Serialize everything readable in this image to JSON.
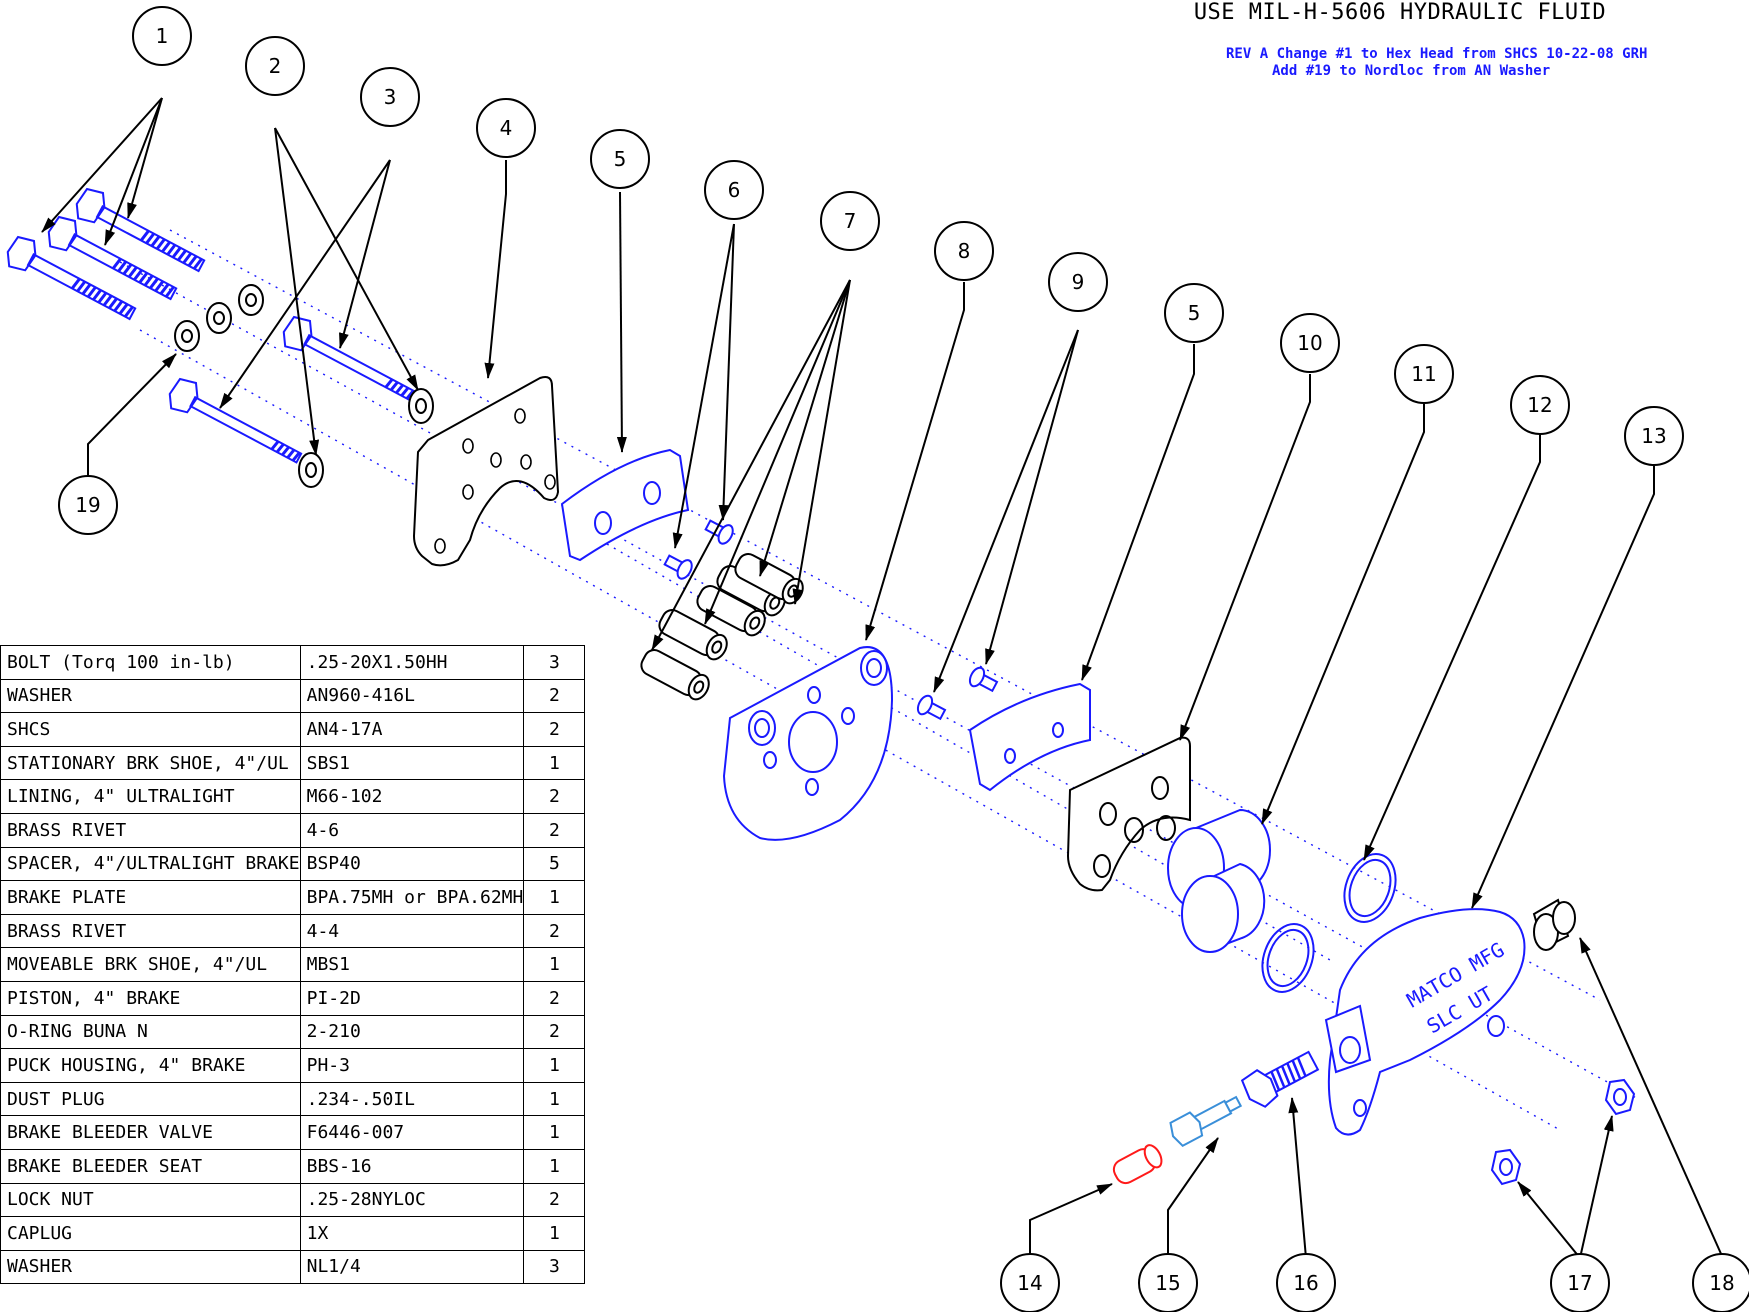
{
  "header": {
    "fluid_note": "USE MIL-H-5606 HYDRAULIC FLUID",
    "rev_line1": "REV A Change #1 to Hex Head from SHCS  10-22-08  GRH",
    "rev_line2": "Add #19 to Nordloc from AN Washer"
  },
  "housing_text": {
    "line1": "MATCO MFG",
    "line2": "SLC UT"
  },
  "callouts": [
    "1",
    "2",
    "3",
    "4",
    "5",
    "6",
    "7",
    "8",
    "9",
    "5",
    "10",
    "11",
    "12",
    "13",
    "19",
    "14",
    "15",
    "16",
    "17",
    "18"
  ],
  "bom": [
    {
      "description": "BOLT (Torq 100 in-lb)",
      "part": ".25-20X1.50HH",
      "qty": "3"
    },
    {
      "description": "WASHER",
      "part": "AN960-416L",
      "qty": "2"
    },
    {
      "description": "SHCS",
      "part": "AN4-17A",
      "qty": "2"
    },
    {
      "description": "STATIONARY BRK SHOE, 4\"/UL",
      "part": "SBS1",
      "qty": "1"
    },
    {
      "description": "LINING, 4\" ULTRALIGHT",
      "part": "M66-102",
      "qty": "2"
    },
    {
      "description": "BRASS RIVET",
      "part": "4-6",
      "qty": "2"
    },
    {
      "description": "SPACER, 4\"/ULTRALIGHT BRAKE",
      "part": "BSP40",
      "qty": "5"
    },
    {
      "description": "BRAKE PLATE",
      "part": "BPA.75MH or BPA.62MH",
      "qty": "1"
    },
    {
      "description": "BRASS RIVET",
      "part": "4-4",
      "qty": "2"
    },
    {
      "description": "MOVEABLE BRK SHOE, 4\"/UL",
      "part": "MBS1",
      "qty": "1"
    },
    {
      "description": "PISTON, 4\" BRAKE",
      "part": "PI-2D",
      "qty": "2"
    },
    {
      "description": "O-RING BUNA N",
      "part": "2-210",
      "qty": "2"
    },
    {
      "description": "PUCK HOUSING, 4\" BRAKE",
      "part": "PH-3",
      "qty": "1"
    },
    {
      "description": "DUST PLUG",
      "part": ".234-.50IL",
      "qty": "1"
    },
    {
      "description": "BRAKE BLEEDER VALVE",
      "part": "F6446-007",
      "qty": "1"
    },
    {
      "description": "BRAKE BLEEDER SEAT",
      "part": "BBS-16",
      "qty": "1"
    },
    {
      "description": "LOCK NUT",
      "part": ".25-28NYLOC",
      "qty": "2"
    },
    {
      "description": "CAPLUG",
      "part": "1X",
      "qty": "1"
    },
    {
      "description": "WASHER",
      "part": "NL1/4",
      "qty": "3"
    }
  ],
  "colors": {
    "line": "#000000",
    "blue_parts": "#1a1aff",
    "caplug": "#ff1a1a",
    "bleeder_valve": "#3a8fd9",
    "background": "#ffffff"
  }
}
